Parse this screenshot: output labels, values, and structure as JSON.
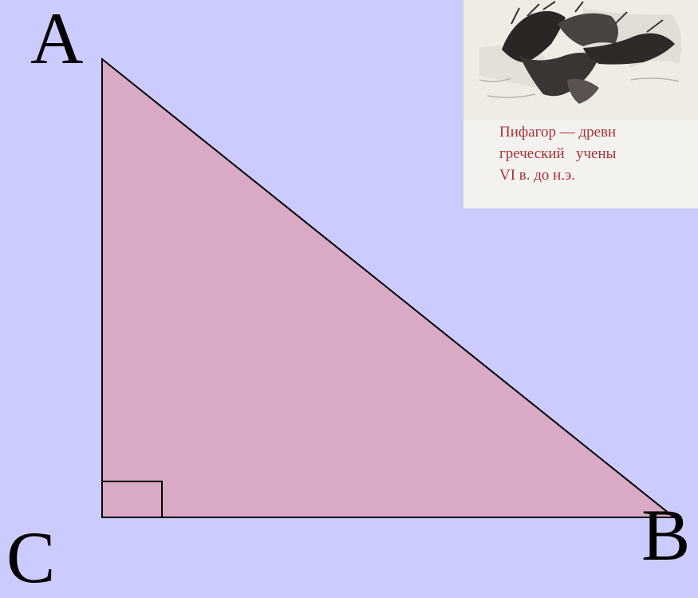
{
  "diagram": {
    "vertices": {
      "a": "A",
      "b": "B",
      "c": "C"
    },
    "right_angle_at": "C"
  },
  "inset": {
    "caption_lines": [
      "Пифагор — древн",
      "греческий   учены",
      "VI в. до н.э."
    ]
  },
  "colors": {
    "background": "#cccbfd",
    "triangle_fill": "#d9a9c5",
    "triangle_stroke": "#000000",
    "caption": "#a8303a"
  }
}
